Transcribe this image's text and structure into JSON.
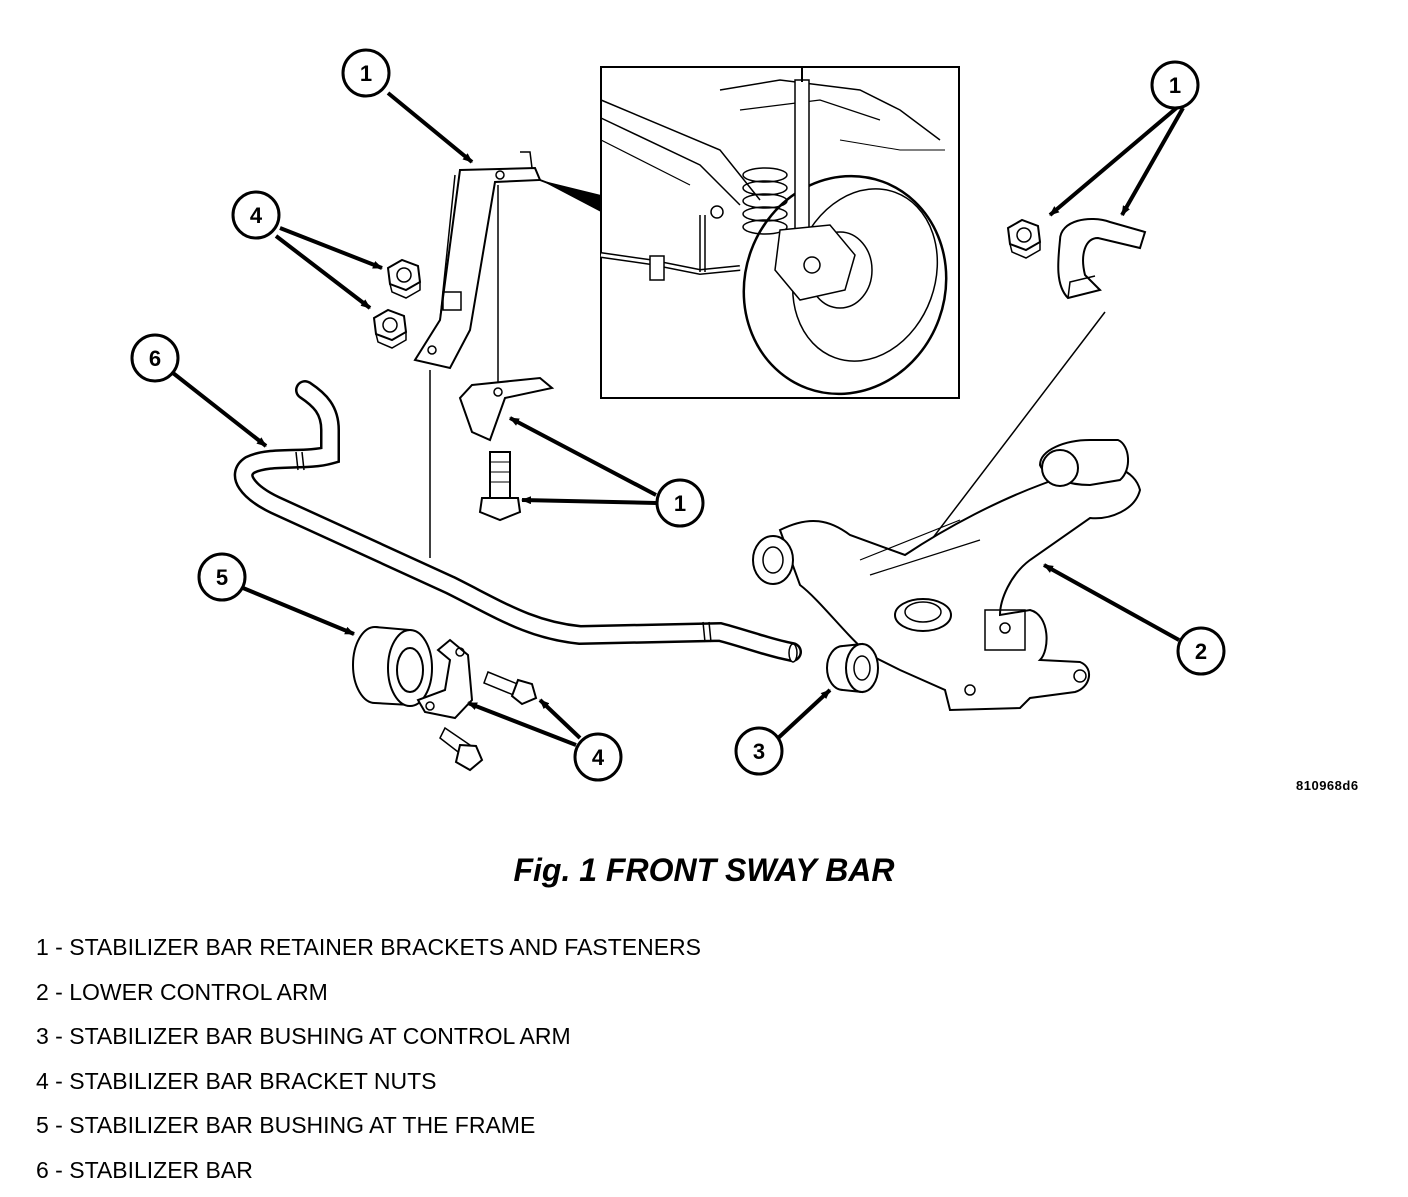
{
  "callouts": {
    "c1a": "1",
    "c1b": "1",
    "c1c": "1",
    "c2": "2",
    "c3": "3",
    "c4a": "4",
    "c4b": "4",
    "c5": "5",
    "c6": "6"
  },
  "drawing_code": "810968d6",
  "figure_caption": "Fig. 1 FRONT SWAY BAR",
  "legend": [
    "1 - STABILIZER BAR RETAINER BRACKETS AND FASTENERS",
    "2 - LOWER CONTROL ARM",
    "3 - STABILIZER BAR BUSHING AT CONTROL ARM",
    "4 - STABILIZER BAR BRACKET NUTS",
    "5 - STABILIZER BAR BUSHING AT THE FRAME",
    "6 - STABILIZER BAR"
  ]
}
